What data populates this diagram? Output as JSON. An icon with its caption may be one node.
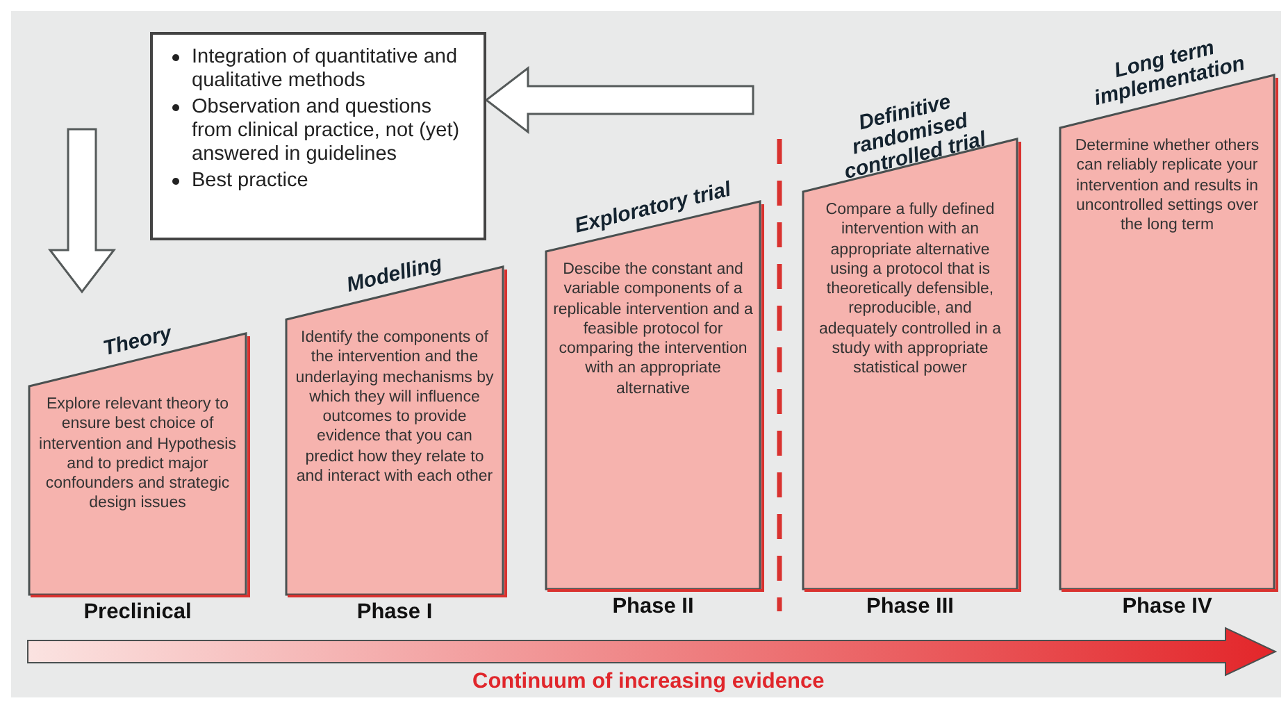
{
  "diagram": {
    "nodes": [
      {
        "text": [
          "Integration of quantitative and qualitative methods",
          "Observation and questions from clinical practice, not (yet) answered in guidelines",
          "Best practice"
        ]
      },
      {
        "text": [
          "Theory",
          "Explore relevant theory to ensure best choice of intervention and Hypothesis and to predict major confounders and strategic design issues"
        ],
        "beside": [
          "Preclinical"
        ]
      },
      {
        "text": [
          "Modelling",
          "Identify the components of the intervention and the underlaying mechanisms by which they will influence outcomes to provide evidence that you can predict how they relate to and interact with each other"
        ],
        "beside": [
          "Phase I"
        ]
      },
      {
        "text": [
          "Exploratory trial",
          "Descibe the constant and variable components of a replicable intervention and a feasible protocol for comparing the intervention with an appropriate alternative"
        ],
        "beside": [
          "Phase II"
        ]
      },
      {
        "text": [
          "Definitive randomised controlled trial",
          "Compare a fully defined intervention with an appropriate alternative using a protocol that is theoretically defensible, reproducible, and adequately controlled in a study with appropriate statistical power"
        ],
        "beside": [
          "Phase III"
        ]
      },
      {
        "text": [
          "Long term implementation",
          "Determine whether others can reliably replicate your intervention and results in uncontrolled settings over the long term"
        ],
        "beside": [
          "Phase IV"
        ]
      }
    ],
    "edges": [
      {
        "from": null,
        "to": 0,
        "arrow": "to"
      },
      {
        "from": null,
        "to": 1,
        "arrow": "to"
      }
    ],
    "labels": [
      "Continuum of increasing evidence"
    ]
  }
}
